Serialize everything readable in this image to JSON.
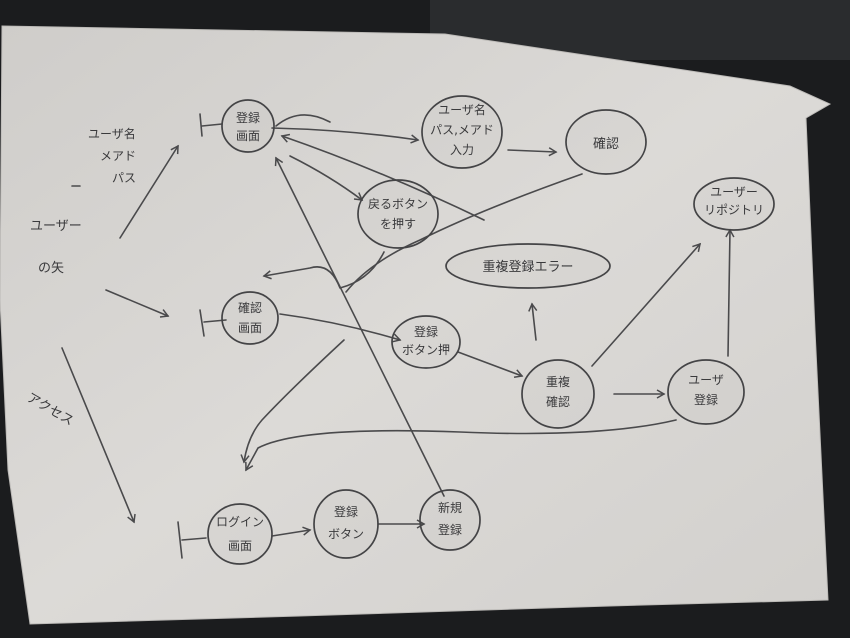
{
  "actor": {
    "label_line1": "ユーザー",
    "label_line2": "の矢"
  },
  "side_labels": {
    "field_line1": "ユーザ名",
    "field_line2": "メアド",
    "field_line3": "パス",
    "access": "アクセス"
  },
  "nodes": {
    "register_screen": {
      "line1": "登録",
      "line2": "画面"
    },
    "user_input": {
      "line1": "ユーザ名",
      "line2": "パス,メアド",
      "line3": "入力"
    },
    "confirm": {
      "line1": "確認"
    },
    "back_button": {
      "line1": "戻るボタン",
      "line2": "を押す"
    },
    "dup_error": {
      "line1": "重複登録エラー"
    },
    "confirm_screen": {
      "line1": "確認",
      "line2": "画面"
    },
    "register_button_press": {
      "line1": "登録",
      "line2": "ボタン押"
    },
    "dup_check": {
      "line1": "重複",
      "line2": "確認"
    },
    "user_repository": {
      "line1": "ユーザー",
      "line2": "リポジトリ"
    },
    "user_register": {
      "line1": "ユーザ",
      "line2": "登録"
    },
    "login_screen": {
      "line1": "ログイン",
      "line2": "画面"
    },
    "register_button": {
      "line1": "登録",
      "line2": "ボタン"
    },
    "new_register": {
      "line1": "新規",
      "line2": "登録"
    }
  },
  "colors": {
    "paper": "#d9d7d4",
    "ink": "#444446",
    "background": "#1b1c1e"
  }
}
